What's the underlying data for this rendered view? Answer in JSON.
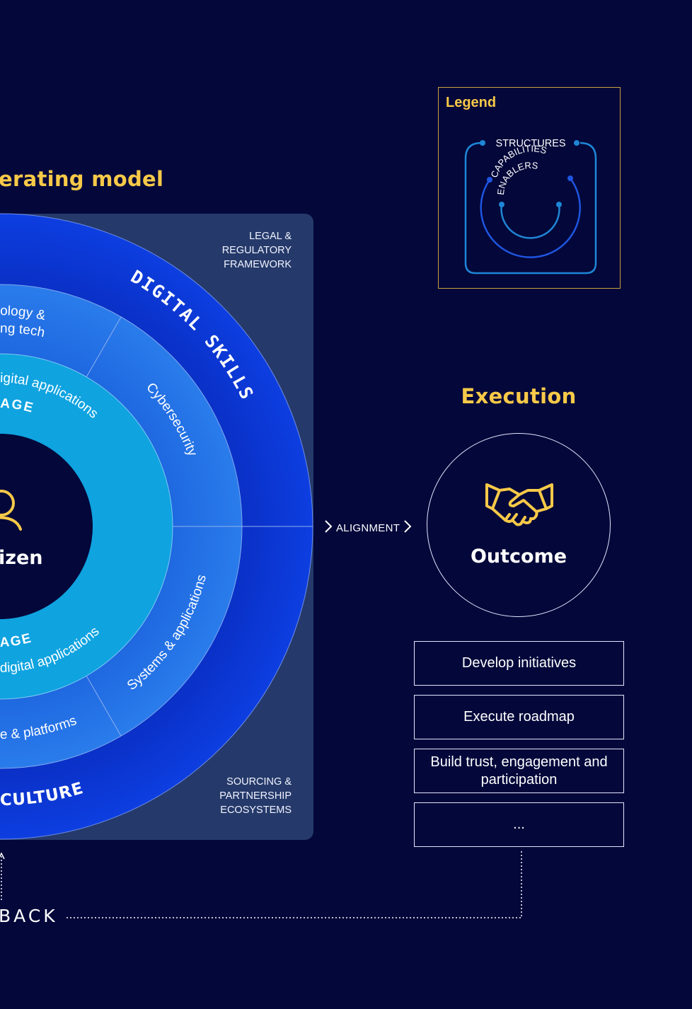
{
  "operating_model": {
    "title": "erating model",
    "corner_top_right": [
      "LEGAL &",
      "REGULATORY",
      "FRAMEWORK"
    ],
    "corner_bottom_right": [
      "SOURCING &",
      "PARTNERSHIP",
      "ECOSYSTEMS"
    ],
    "outer_ring": {
      "top_label": "DIGITAL SKILLS",
      "bottom_label": "CULTURE"
    },
    "middle_ring": {
      "cybersecurity": "Cybersecurity",
      "systems": "Systems & applications",
      "tech_line1": "ology &",
      "tech_line2": "ng tech",
      "platforms": "e & platforms"
    },
    "inner_ring": {
      "top_apps": "igital applications",
      "top_stage": "AGE",
      "bottom_stage": "AGE",
      "bottom_apps": "digital applications"
    },
    "center_label": "izen",
    "colors": {
      "outer": "#0b36d6",
      "middle": "#2274e6",
      "inner": "#0fa3e0",
      "core": "#03073a",
      "icon": "#f7c948"
    }
  },
  "alignment_label": "ALIGNMENT",
  "feedback_label": "BACK",
  "legend": {
    "title": "Legend",
    "structures": "STRUCTURES",
    "capabilities": "CAPABILITIES",
    "enablers": "ENABLERS"
  },
  "execution": {
    "title": "Execution",
    "outcome_label": "Outcome",
    "outcome_icon": "handshake-icon",
    "actions": [
      {
        "label": "Develop initiatives"
      },
      {
        "label": "Execute roadmap"
      },
      {
        "label": "Build trust, engagement and participation"
      },
      {
        "label": "..."
      }
    ]
  }
}
